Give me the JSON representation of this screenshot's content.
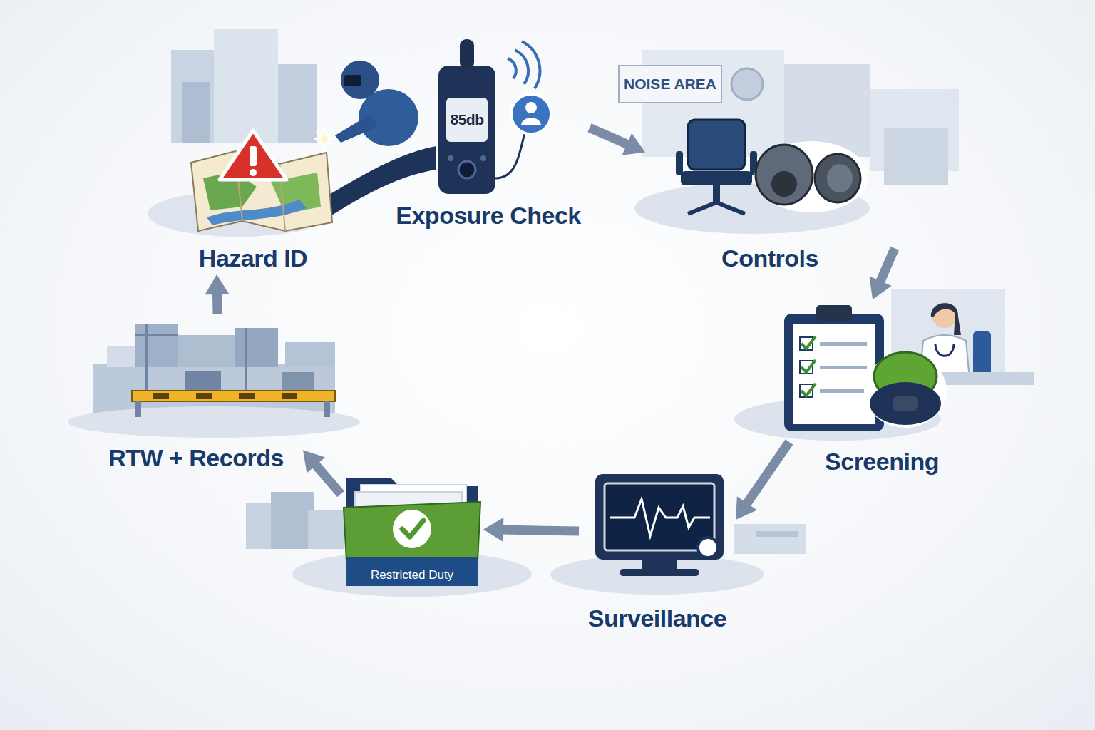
{
  "diagram": {
    "nodes": [
      {
        "text": [
          "Hazard ID"
        ]
      },
      {
        "text": [
          "Exposure Check"
        ]
      },
      {
        "text": [
          "Controls"
        ]
      },
      {
        "text": [
          "Screening"
        ]
      },
      {
        "text": [
          "Surveillance"
        ]
      },
      {
        "text": [
          "Restricted Duty"
        ]
      },
      {
        "text": [
          "RTW + Records"
        ]
      }
    ],
    "edges": [
      {
        "from": 1,
        "to": 2,
        "arrow": "to"
      },
      {
        "from": 2,
        "to": 3,
        "arrow": "to"
      },
      {
        "from": 3,
        "to": 4,
        "arrow": "to"
      },
      {
        "from": 4,
        "to": 5,
        "arrow": "to"
      },
      {
        "from": 5,
        "to": 6,
        "arrow": "to"
      },
      {
        "from": 6,
        "to": 0,
        "arrow": "to"
      }
    ],
    "labels": [
      "85db",
      "NOISE AREA"
    ]
  }
}
